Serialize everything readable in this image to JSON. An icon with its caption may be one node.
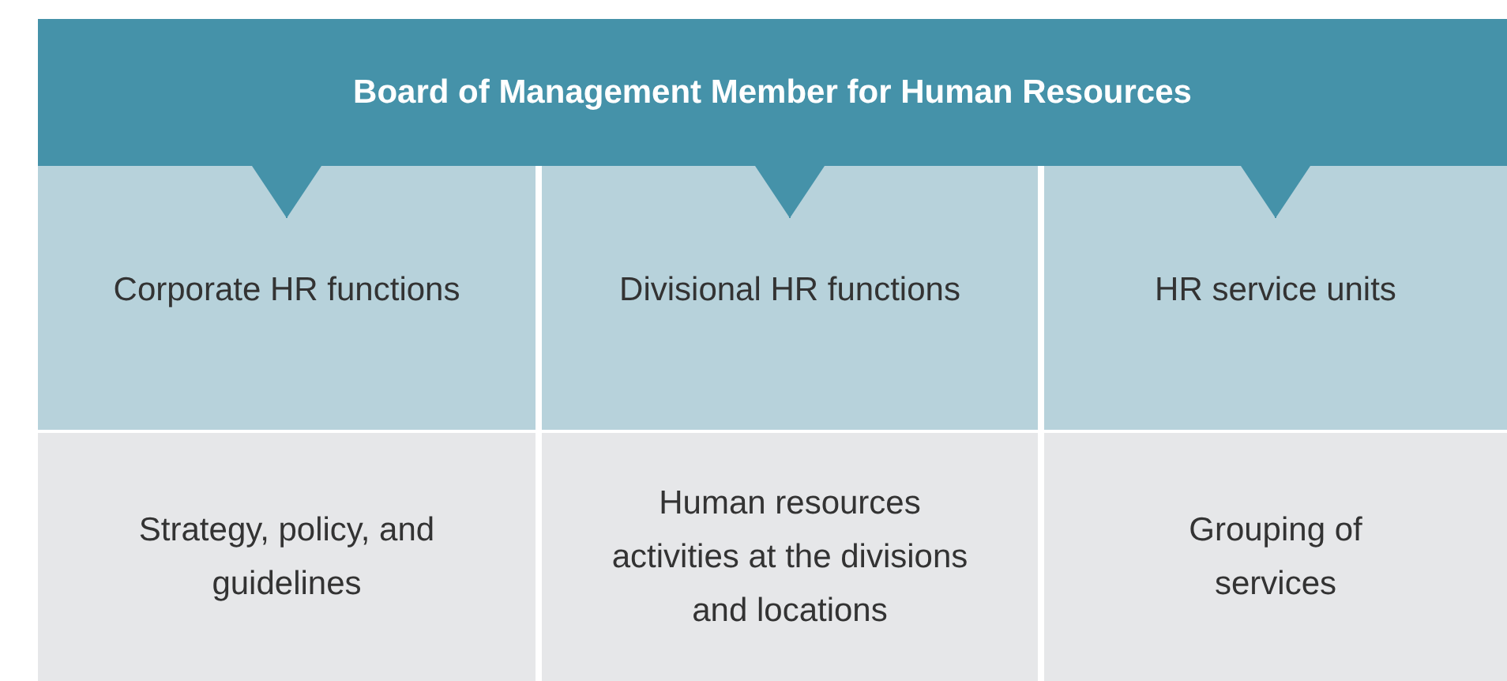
{
  "diagram": {
    "nodes": [
      {
        "text": [
          "Board of Management Member for Human Resources"
        ]
      },
      {
        "text": [
          "Corporate HR functions"
        ]
      },
      {
        "text": [
          "Divisional HR functions"
        ]
      },
      {
        "text": [
          "HR service units"
        ]
      },
      {
        "text": [
          "Strategy, policy, and guidelines"
        ]
      },
      {
        "text": [
          "Human resources activities at the divisions and locations"
        ]
      },
      {
        "text": [
          "Grouping of services"
        ]
      }
    ],
    "edges": [
      {
        "from": 0,
        "to": 1,
        "arrow": "to"
      },
      {
        "from": 0,
        "to": 2,
        "arrow": "to"
      },
      {
        "from": 0,
        "to": 3,
        "arrow": "to"
      }
    ]
  }
}
